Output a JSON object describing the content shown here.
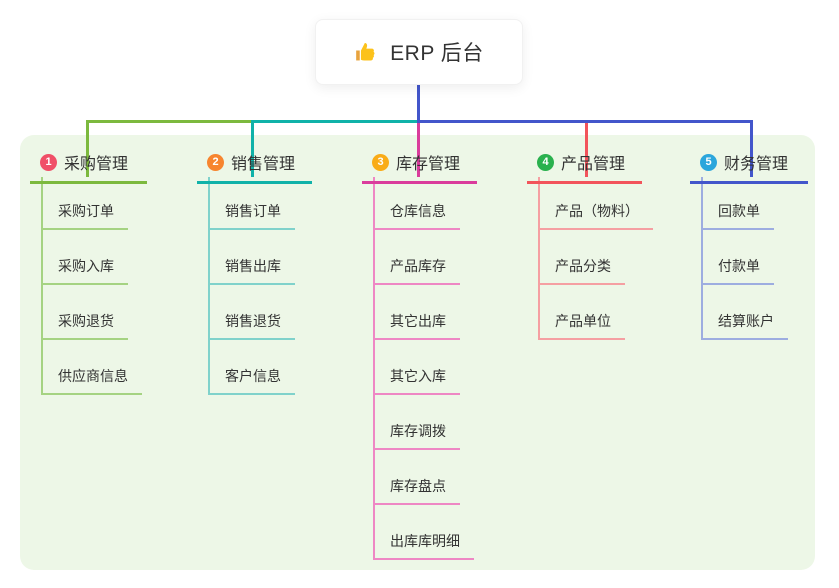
{
  "root": {
    "title": "ERP 后台",
    "icon": "thumbs-up-icon"
  },
  "colors": {
    "root_connector": "#4356cb",
    "panel_background": "#edf7e7",
    "node_background": "#ffffff",
    "text": "#333333"
  },
  "branches": [
    {
      "badge": "1",
      "label": "采购管理",
      "main_color": "#7cb93e",
      "light_color": "#a5d382",
      "badge_color": "#f05068",
      "items": [
        "采购订单",
        "采购入库",
        "采购退货",
        "供应商信息"
      ]
    },
    {
      "badge": "2",
      "label": "销售管理",
      "main_color": "#10b2a9",
      "light_color": "#80d2cb",
      "badge_color": "#f7852f",
      "items": [
        "销售订单",
        "销售出库",
        "销售退货",
        "客户信息"
      ]
    },
    {
      "badge": "3",
      "label": "库存管理",
      "main_color": "#da3c9c",
      "light_color": "#ee87c4",
      "badge_color": "#f9ac18",
      "items": [
        "仓库信息",
        "产品库存",
        "其它出库",
        "其它入库",
        "库存调拨",
        "库存盘点",
        "出库库明细"
      ]
    },
    {
      "badge": "4",
      "label": "产品管理",
      "main_color": "#f2545b",
      "light_color": "#f59fa2",
      "badge_color": "#2ab14e",
      "items": [
        "产品（物料）",
        "产品分类",
        "产品单位"
      ]
    },
    {
      "badge": "5",
      "label": "财务管理",
      "main_color": "#4356cb",
      "light_color": "#9dade0",
      "badge_color": "#2ba6dc",
      "items": [
        "回款单",
        "付款单",
        "结算账户"
      ]
    }
  ]
}
